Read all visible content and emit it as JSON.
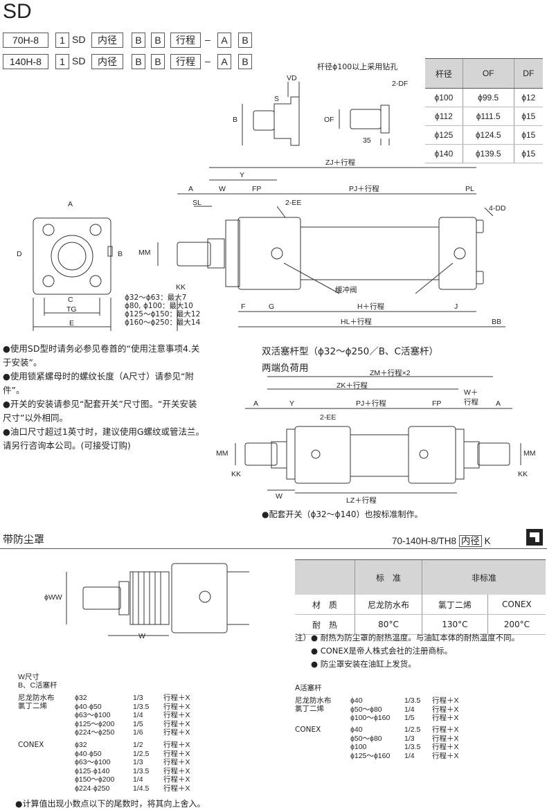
{
  "title": "SD",
  "codes": [
    {
      "model": "70H-8",
      "n": "1",
      "type": "SD",
      "bore": "内径",
      "b1": "B",
      "b2": "B",
      "stroke": "行程",
      "dash": "–",
      "a": "A",
      "b3": "B"
    },
    {
      "model": "140H-8",
      "n": "1",
      "type": "SD",
      "bore": "内径",
      "b1": "B",
      "b2": "B",
      "stroke": "行程",
      "dash": "–",
      "a": "A",
      "b3": "B"
    }
  ],
  "rod_note": "杆径ϕ100以上采用钻孔",
  "rod_table": {
    "headers": [
      "杆径",
      "OF",
      "DF"
    ],
    "rows": [
      [
        "ϕ100",
        "ϕ99.5",
        "ϕ12"
      ],
      [
        "ϕ112",
        "ϕ111.5",
        "ϕ15"
      ],
      [
        "ϕ125",
        "ϕ124.5",
        "ϕ15"
      ],
      [
        "ϕ140",
        "ϕ139.5",
        "ϕ15"
      ]
    ]
  },
  "dims_top": {
    "vd": "VD",
    "s": "S",
    "b": "B",
    "of": "OF",
    "df": "2-DF",
    "d35": "35",
    "zj": "ZJ＋行程",
    "y": "Y",
    "a": "A",
    "w": "W",
    "fp": "FP",
    "pj": "PJ＋行程",
    "pl": "PL",
    "sl": "SL",
    "ee": "2-EE",
    "dd": "4-DD",
    "mm": "MM",
    "kk": "KK",
    "valve": "缓冲阀",
    "f": "F",
    "g": "G",
    "h": "H＋行程",
    "j": "J",
    "hl": "HL＋行程",
    "bb": "BB",
    "e": "E",
    "tg": "TG",
    "pa": "A",
    "pb": "B",
    "pc": "C",
    "pd": "D"
  },
  "kk_limits": [
    {
      "range": "ϕ32～ϕ63",
      "val": "：最大7"
    },
    {
      "range": "ϕ80, ϕ100",
      "val": "：最大10"
    },
    {
      "range": "ϕ125～ϕ150",
      "val": "：最大12"
    },
    {
      "range": "ϕ160～ϕ250",
      "val": "：最大14"
    }
  ],
  "notes": [
    "●使用SD型时请务必参见卷首的“使用注意事项4.关",
    "   于安装”。",
    "●使用锁紧螺母时的螺纹长度（A尺寸）请参见“附",
    "   件”。",
    "●开关的安装请参见“配套开关”尺寸图。“开关安装",
    "   尺寸”以外相同。",
    "●油口尺寸超过1英寸时，建议使用G螺纹或管法兰。",
    "   请另行咨询本公司。(可接受订购)"
  ],
  "double": {
    "title": "双活塞杆型（ϕ32～ϕ250／B、C活塞杆）",
    "subtitle": "两端负荷用",
    "zm": "ZM＋行程×2",
    "zk": "ZK＋行程",
    "w": "W＋",
    "wx": "行程",
    "a": "A",
    "y": "Y",
    "pj": "PJ＋行程",
    "fp": "FP",
    "ee": "2-EE",
    "mm": "MM",
    "kk": "KK",
    "wd": "W",
    "lz": "LZ＋行程",
    "note": "●配套开关（ϕ32～ϕ140）也按标准制作。"
  },
  "dust": {
    "title": "带防尘罩",
    "code": "70-140H-8/TH8",
    "code_box": "内径",
    "code_k": "K",
    "ww": "ϕWW",
    "w": "W",
    "table": {
      "headers": [
        "",
        "标　准",
        "非标准",
        ""
      ],
      "rows": [
        [
          "材　质",
          "尼龙防水布",
          "氯丁二烯",
          "CONEX"
        ],
        [
          "耐　热",
          "80°C",
          "130°C",
          "200°C"
        ]
      ]
    },
    "notes": [
      "注）● 耐热为防尘罩的耐热温度。与油缸本体的耐热温度不同。",
      "　　● CONEX是帝人株式会社的注册商标。",
      "　　● 防尘罩安装在油缸上发货。"
    ]
  },
  "w_dims": {
    "title": "W尺寸",
    "subtitle": "B、C活塞杆",
    "groups": [
      {
        "name": "尼龙防水布\n氯丁二烯",
        "rows": [
          [
            "ϕ32",
            "1/3",
            "行程＋X"
          ],
          [
            "ϕ40·ϕ50",
            "1/3.5",
            "行程＋X"
          ],
          [
            "ϕ63～ϕ100",
            "1/4",
            "行程＋X"
          ],
          [
            "ϕ125～ϕ200",
            "1/5",
            "行程＋X"
          ],
          [
            "ϕ224～ϕ250",
            "1/6",
            "行程＋X"
          ]
        ]
      },
      {
        "name": "CONEX",
        "rows": [
          [
            "ϕ32",
            "1/2",
            "行程＋X"
          ],
          [
            "ϕ40·ϕ50",
            "1/2.5",
            "行程＋X"
          ],
          [
            "ϕ63～ϕ100",
            "1/3",
            "行程＋X"
          ],
          [
            "ϕ125·ϕ140",
            "1/3.5",
            "行程＋X"
          ],
          [
            "ϕ150～ϕ200",
            "1/4",
            "行程＋X"
          ],
          [
            "ϕ224·ϕ250",
            "1/4.5",
            "行程＋X"
          ]
        ]
      }
    ],
    "footnote": "●计算值出现小数点以下的尾数时，将其向上舍入。"
  },
  "a_dims": {
    "title": "A活塞杆",
    "groups": [
      {
        "name": "尼龙防水布\n氯丁二烯",
        "rows": [
          [
            "ϕ40",
            "1/3.5",
            "行程＋X"
          ],
          [
            "ϕ50～ϕ80",
            "1/4",
            "行程＋X"
          ],
          [
            "ϕ100～ϕ160",
            "1/5",
            "行程＋X"
          ]
        ]
      },
      {
        "name": "CONEX",
        "rows": [
          [
            "ϕ40",
            "1/2.5",
            "行程＋X"
          ],
          [
            "ϕ50～ϕ80",
            "1/3",
            "行程＋X"
          ],
          [
            "ϕ100",
            "1/3.5",
            "行程＋X"
          ],
          [
            "ϕ125～ϕ160",
            "1/4",
            "行程＋X"
          ]
        ]
      }
    ]
  }
}
